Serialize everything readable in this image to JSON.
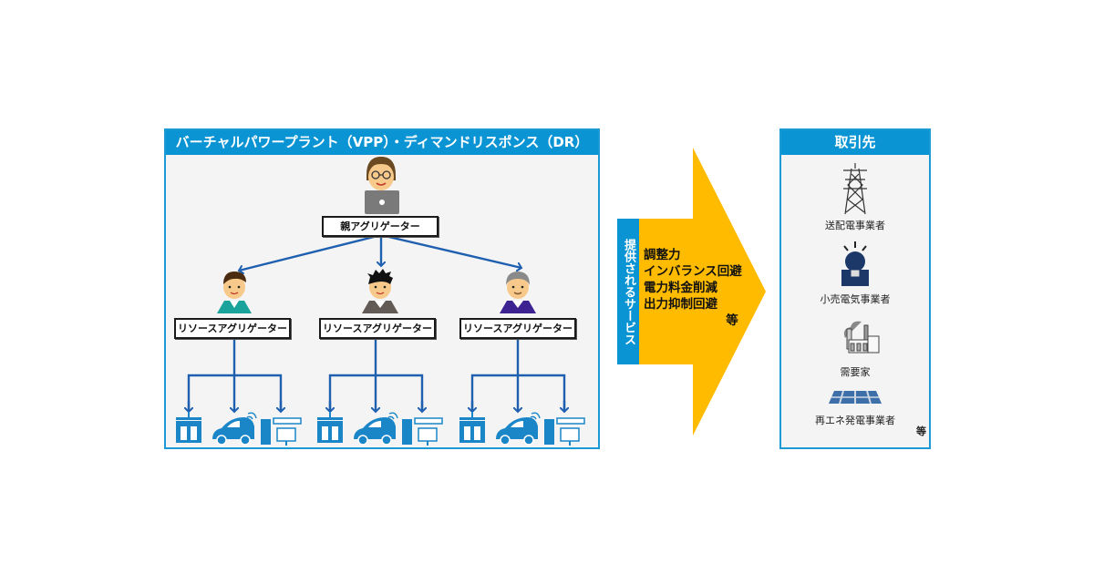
{
  "vpp_panel": {
    "title": "バーチャルパワープラント（VPP）・ディマンドリスポンス（DR）",
    "parent_aggregator": {
      "label": "親アグリゲーター",
      "icon": "person-with-laptop-icon"
    },
    "resource_aggregators": [
      {
        "label": "リソースアグリゲーター",
        "icon": "person-teal-shirt-icon",
        "resources": [
          "storage-battery-icon",
          "electric-vehicle-icon",
          "home-appliance-icon"
        ]
      },
      {
        "label": "リソースアグリゲーター",
        "icon": "person-gray-suit-icon",
        "resources": [
          "storage-battery-icon",
          "electric-vehicle-icon",
          "home-appliance-icon"
        ]
      },
      {
        "label": "リソースアグリゲーター",
        "icon": "person-purple-suit-icon",
        "resources": [
          "storage-battery-icon",
          "electric-vehicle-icon",
          "home-appliance-icon"
        ]
      }
    ]
  },
  "services": {
    "tab_label": "提供されるサービス",
    "items": [
      "調整力",
      "インバランス回避",
      "電力料金削減",
      "出力抑制回避"
    ],
    "etc": "等"
  },
  "partners_panel": {
    "title": "取引先",
    "items": [
      {
        "label": "送配電事業者",
        "icon": "transmission-tower-icon"
      },
      {
        "label": "小売電気事業者",
        "icon": "light-bulb-icon"
      },
      {
        "label": "需要家",
        "icon": "factory-icon"
      },
      {
        "label": "再エネ発電事業者",
        "icon": "solar-panel-icon"
      }
    ],
    "etc": "等"
  },
  "colors": {
    "header_blue": "#0a94d4",
    "connector_blue": "#1f5fb0",
    "arrow_yellow": "#ffbb00",
    "icon_blue": "#1a86c8"
  }
}
